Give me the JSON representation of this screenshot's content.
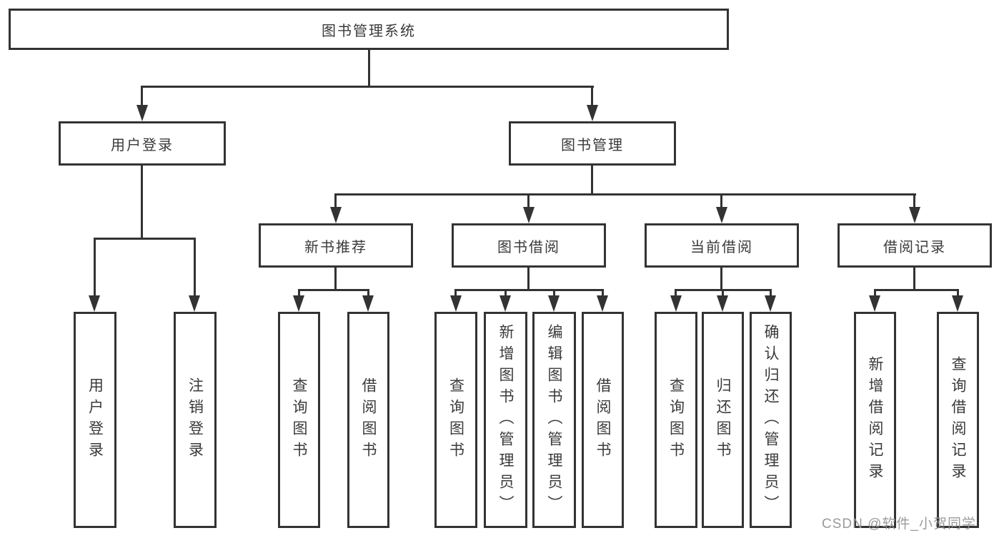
{
  "tree": {
    "root": {
      "label": "图书管理系统"
    },
    "branches": [
      {
        "label": "用户登录",
        "children": [
          {
            "label": "用户登录"
          },
          {
            "label": "注销登录"
          }
        ]
      },
      {
        "label": "图书管理",
        "children": [
          {
            "label": "新书推荐",
            "children": [
              {
                "label": "查询图书"
              },
              {
                "label": "借阅图书"
              }
            ]
          },
          {
            "label": "图书借阅",
            "children": [
              {
                "label": "查询图书"
              },
              {
                "label": "新增图书（管理员）"
              },
              {
                "label": "编辑图书（管理员）"
              },
              {
                "label": "借阅图书"
              }
            ]
          },
          {
            "label": "当前借阅",
            "children": [
              {
                "label": "查询图书"
              },
              {
                "label": "归还图书"
              },
              {
                "label": "确认归还（管理员）"
              }
            ]
          },
          {
            "label": "借阅记录",
            "children": [
              {
                "label": "新增借阅记录"
              },
              {
                "label": "查询借阅记录"
              }
            ]
          }
        ]
      }
    ]
  },
  "watermark": {
    "text": "CSDN @软件_小贺同学"
  },
  "colors": {
    "line": "#333333",
    "text": "#3a3a3a",
    "background": "#ffffff",
    "watermark": "#919191"
  }
}
